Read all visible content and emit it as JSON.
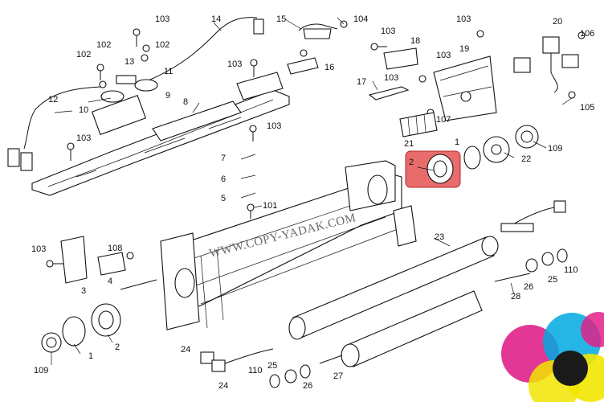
{
  "watermark": "WWW.COPY-YADAK.COM",
  "highlight_color": "#e23b3b",
  "labels": [
    {
      "id": "l103a",
      "text": "103"
    },
    {
      "id": "l14",
      "text": "14"
    },
    {
      "id": "l15",
      "text": "15"
    },
    {
      "id": "l104",
      "text": "104"
    },
    {
      "id": "l102a",
      "text": "102"
    },
    {
      "id": "l102b",
      "text": "102"
    },
    {
      "id": "l102c",
      "text": "102"
    },
    {
      "id": "l13",
      "text": "13"
    },
    {
      "id": "l11",
      "text": "11"
    },
    {
      "id": "l9",
      "text": "9"
    },
    {
      "id": "l12",
      "text": "12"
    },
    {
      "id": "l10",
      "text": "10"
    },
    {
      "id": "l8",
      "text": "8"
    },
    {
      "id": "l103b",
      "text": "103"
    },
    {
      "id": "l16",
      "text": "16"
    },
    {
      "id": "l103c",
      "text": "103"
    },
    {
      "id": "l18",
      "text": "18"
    },
    {
      "id": "l103d",
      "text": "103"
    },
    {
      "id": "l19",
      "text": "19"
    },
    {
      "id": "l103e",
      "text": "103"
    },
    {
      "id": "l20",
      "text": "20"
    },
    {
      "id": "l106",
      "text": "106"
    },
    {
      "id": "l17",
      "text": "17"
    },
    {
      "id": "l103f",
      "text": "103"
    },
    {
      "id": "l105",
      "text": "105"
    },
    {
      "id": "l103g",
      "text": "103"
    },
    {
      "id": "l103h",
      "text": "103"
    },
    {
      "id": "l107",
      "text": "107"
    },
    {
      "id": "l21",
      "text": "21"
    },
    {
      "id": "l7",
      "text": "7"
    },
    {
      "id": "l1a",
      "text": "1"
    },
    {
      "id": "l109a",
      "text": "109"
    },
    {
      "id": "l22",
      "text": "22"
    },
    {
      "id": "l2a",
      "text": "2"
    },
    {
      "id": "l6",
      "text": "6"
    },
    {
      "id": "l5",
      "text": "5"
    },
    {
      "id": "l101",
      "text": "101"
    },
    {
      "id": "l23",
      "text": "23"
    },
    {
      "id": "l103i",
      "text": "103"
    },
    {
      "id": "l108",
      "text": "108"
    },
    {
      "id": "l4",
      "text": "4"
    },
    {
      "id": "l3",
      "text": "3"
    },
    {
      "id": "l26a",
      "text": "26"
    },
    {
      "id": "l25a",
      "text": "25"
    },
    {
      "id": "l110a",
      "text": "110"
    },
    {
      "id": "l28",
      "text": "28"
    },
    {
      "id": "l2b",
      "text": "2"
    },
    {
      "id": "l1b",
      "text": "1"
    },
    {
      "id": "l109b",
      "text": "109"
    },
    {
      "id": "l24a",
      "text": "24"
    },
    {
      "id": "l24b",
      "text": "24"
    },
    {
      "id": "l110b",
      "text": "110"
    },
    {
      "id": "l25b",
      "text": "25"
    },
    {
      "id": "l26b",
      "text": "26"
    },
    {
      "id": "l27",
      "text": "27"
    }
  ]
}
